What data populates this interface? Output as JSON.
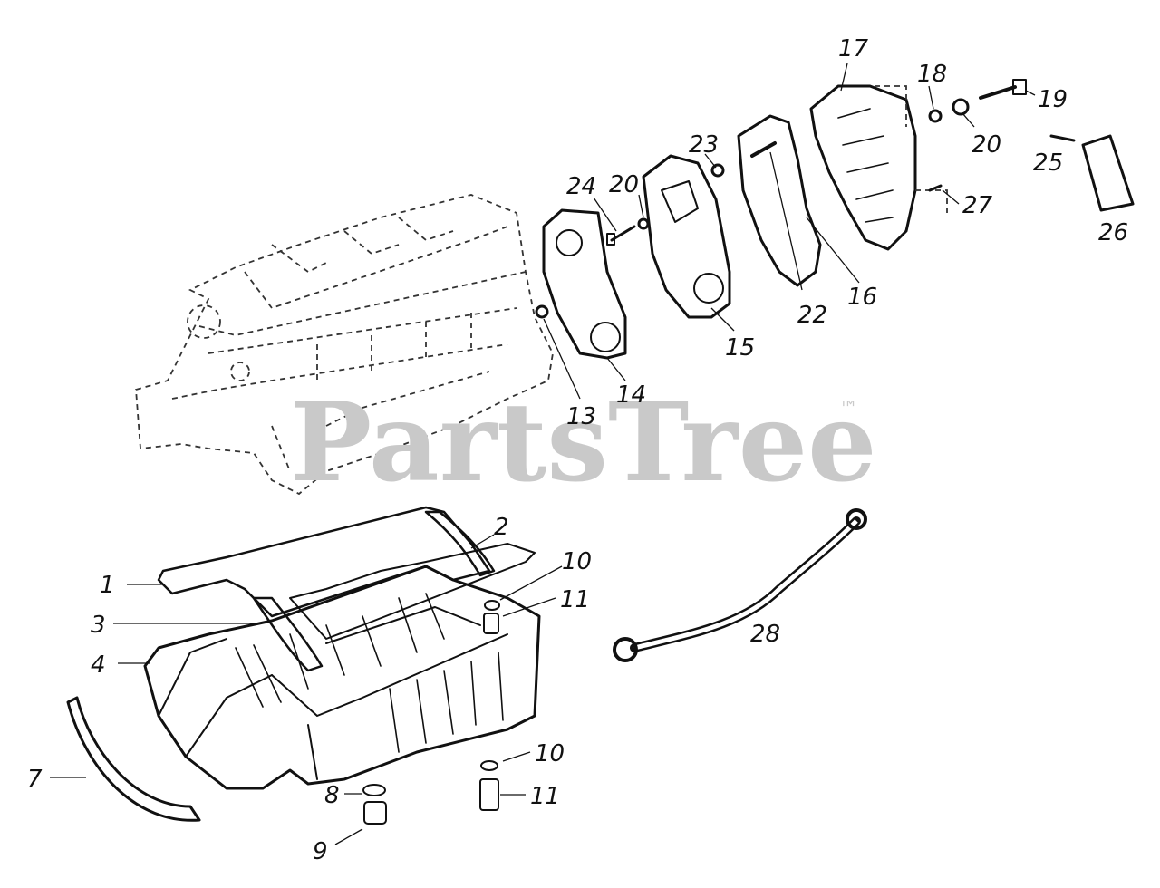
{
  "watermark": {
    "brand": "PartsTree",
    "trademark": "™"
  },
  "callouts": {
    "c1": "1",
    "c2": "2",
    "c3": "3",
    "c4": "4",
    "c7": "7",
    "c8": "8",
    "c9": "9",
    "c10a": "10",
    "c10b": "10",
    "c11a": "11",
    "c11b": "11",
    "c13": "13",
    "c14": "14",
    "c15": "15",
    "c16": "16",
    "c17": "17",
    "c18": "18",
    "c19": "19",
    "c20a": "20",
    "c20b": "20",
    "c22": "22",
    "c23": "23",
    "c24": "24",
    "c25": "25",
    "c26": "26",
    "c27": "27",
    "c28": "28"
  },
  "colors": {
    "ink": "#111111",
    "watermark": "#c9c9c9",
    "paper": "#ffffff"
  }
}
